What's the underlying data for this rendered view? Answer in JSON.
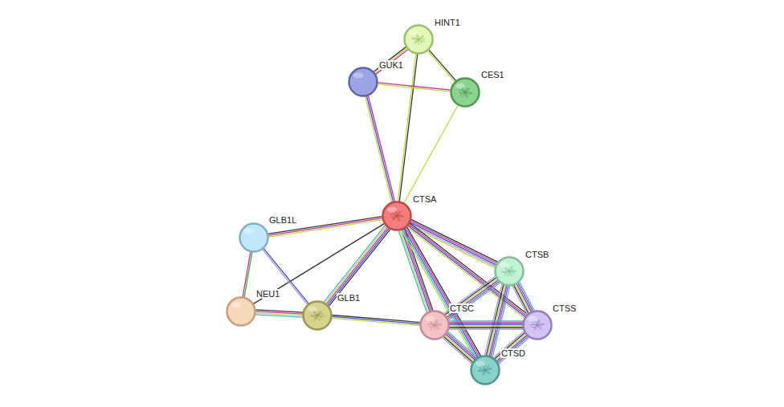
{
  "diagram": {
    "nodes": [
      {
        "text": [
          "HINT1"
        ]
      },
      {
        "text": [
          "GUK1"
        ]
      },
      {
        "text": [
          "CES1"
        ]
      },
      {
        "text": [
          "CTSA"
        ]
      },
      {
        "text": [
          "GLB1L"
        ]
      },
      {
        "text": [
          "NEU1"
        ]
      },
      {
        "text": [
          "GLB1"
        ]
      },
      {
        "text": [
          "CTSB"
        ]
      },
      {
        "text": [
          "CTSC"
        ]
      },
      {
        "text": [
          "CTSS"
        ]
      },
      {
        "text": [
          "CTSD"
        ]
      }
    ],
    "edges": [
      {
        "from": 0,
        "to": 1,
        "arrow": "none"
      },
      {
        "from": 0,
        "to": 2,
        "arrow": "none"
      },
      {
        "from": 0,
        "to": 3,
        "arrow": "none"
      },
      {
        "from": 1,
        "to": 2,
        "arrow": "none"
      },
      {
        "from": 1,
        "to": 3,
        "arrow": "none"
      },
      {
        "from": 2,
        "to": 3,
        "arrow": "none"
      },
      {
        "from": 3,
        "to": 4,
        "arrow": "none"
      },
      {
        "from": 3,
        "to": 5,
        "arrow": "none"
      },
      {
        "from": 3,
        "to": 6,
        "arrow": "none"
      },
      {
        "from": 3,
        "to": 8,
        "arrow": "none"
      },
      {
        "from": 3,
        "to": 7,
        "arrow": "none"
      },
      {
        "from": 3,
        "to": 9,
        "arrow": "none"
      },
      {
        "from": 3,
        "to": 10,
        "arrow": "none"
      },
      {
        "from": 4,
        "to": 5,
        "arrow": "none"
      },
      {
        "from": 4,
        "to": 6,
        "arrow": "none"
      },
      {
        "from": 5,
        "to": 6,
        "arrow": "none"
      },
      {
        "from": 6,
        "to": 8,
        "arrow": "none"
      },
      {
        "from": 7,
        "to": 8,
        "arrow": "none"
      },
      {
        "from": 7,
        "to": 9,
        "arrow": "none"
      },
      {
        "from": 7,
        "to": 10,
        "arrow": "none"
      },
      {
        "from": 8,
        "to": 9,
        "arrow": "none"
      },
      {
        "from": 8,
        "to": 10,
        "arrow": "none"
      },
      {
        "from": 9,
        "to": 10,
        "arrow": "none"
      }
    ]
  }
}
